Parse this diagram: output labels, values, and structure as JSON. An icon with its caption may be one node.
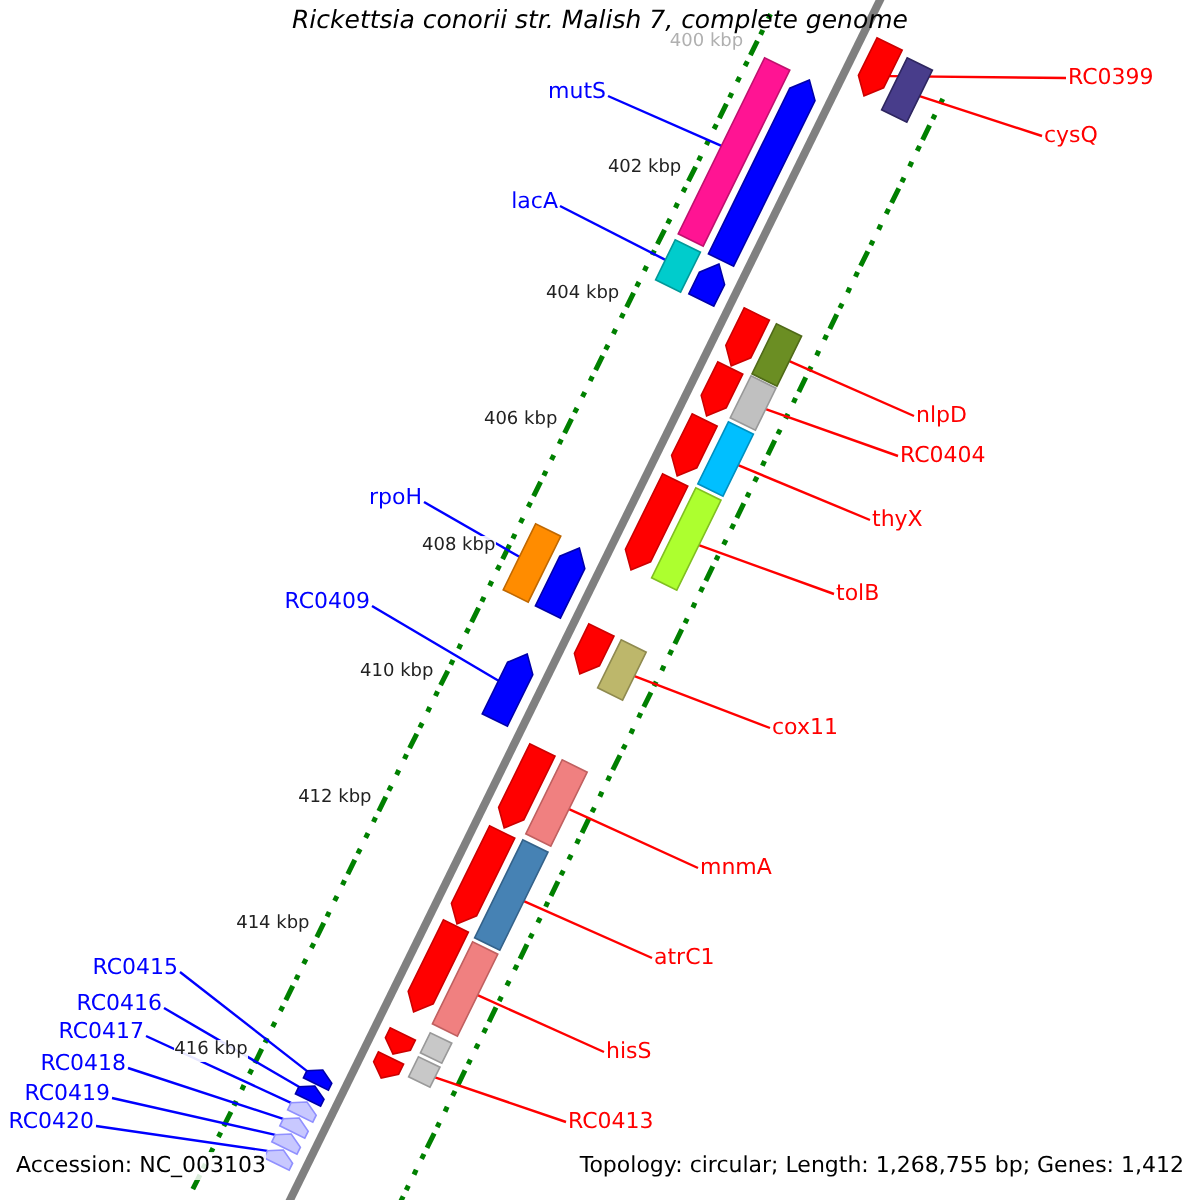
{
  "diagram": {
    "title": "Rickettsia conorii str. Malish 7, complete genome",
    "nodes": [
      {
        "text": [
          "RC0399"
        ]
      },
      {
        "text": [],
        "shape": "arrow"
      },
      {
        "text": [
          "cysQ"
        ]
      },
      {
        "text": [],
        "shape": "bar"
      },
      {
        "text": [
          "mutS"
        ]
      },
      {
        "text": [],
        "shape": "bar"
      },
      {
        "text": [
          "lacA"
        ]
      },
      {
        "text": [],
        "shape": "bar"
      },
      {
        "text": [
          "nlpD"
        ]
      },
      {
        "text": [],
        "shape": "bar"
      },
      {
        "text": [
          "RC0404"
        ]
      },
      {
        "text": [],
        "shape": "bar"
      },
      {
        "text": [
          "thyX"
        ]
      },
      {
        "text": [],
        "shape": "bar"
      },
      {
        "text": [
          "tolB"
        ]
      },
      {
        "text": [],
        "shape": "bar"
      },
      {
        "text": [
          "rpoH"
        ]
      },
      {
        "text": [],
        "shape": "bar"
      },
      {
        "text": [
          "RC0409"
        ]
      },
      {
        "text": [],
        "shape": "arrow"
      },
      {
        "text": [
          "cox11"
        ]
      },
      {
        "text": [],
        "shape": "bar"
      },
      {
        "text": [
          "mnmA"
        ]
      },
      {
        "text": [],
        "shape": "bar"
      },
      {
        "text": [
          "atrC1"
        ]
      },
      {
        "text": [],
        "shape": "bar"
      },
      {
        "text": [
          "hisS"
        ]
      },
      {
        "text": [],
        "shape": "bar"
      },
      {
        "text": [
          "RC0413"
        ]
      },
      {
        "text": [],
        "shape": "bar"
      },
      {
        "text": [
          "RC0415"
        ]
      },
      {
        "text": [],
        "shape": "arrow"
      },
      {
        "text": [
          "RC0416"
        ]
      },
      {
        "text": [],
        "shape": "arrow"
      },
      {
        "text": [
          "RC0417"
        ]
      },
      {
        "text": [],
        "shape": "arrow"
      },
      {
        "text": [
          "RC0418"
        ]
      },
      {
        "text": [],
        "shape": "arrow"
      },
      {
        "text": [
          "RC0419"
        ]
      },
      {
        "text": [],
        "shape": "arrow"
      },
      {
        "text": [
          "RC0420"
        ]
      },
      {
        "text": [],
        "shape": "arrow"
      },
      {
        "text": [],
        "shape": "arrow"
      },
      {
        "text": [],
        "shape": "arrow"
      },
      {
        "text": [],
        "shape": "arrow"
      },
      {
        "text": [],
        "shape": "arrow"
      },
      {
        "text": [],
        "shape": "arrow"
      },
      {
        "text": [],
        "shape": "arrow"
      },
      {
        "text": [],
        "shape": "arrow"
      },
      {
        "text": [],
        "shape": "arrow"
      },
      {
        "text": [],
        "shape": "arrow"
      },
      {
        "text": [],
        "shape": "arrow"
      },
      {
        "text": [],
        "shape": "bar"
      },
      {
        "text": [],
        "shape": "arrow"
      },
      {
        "text": [],
        "shape": "arrow"
      },
      {
        "text": [],
        "shape": "arrow"
      }
    ],
    "edges": [
      {
        "from": 0,
        "to": 1,
        "arrow": "none"
      },
      {
        "from": 2,
        "to": 3,
        "arrow": "none"
      },
      {
        "from": 4,
        "to": 5,
        "arrow": "none",
        "color": "#0000ff"
      },
      {
        "from": 6,
        "to": 7,
        "arrow": "none",
        "color": "#0000ff"
      },
      {
        "from": 8,
        "to": 9,
        "arrow": "none"
      },
      {
        "from": 10,
        "to": 11,
        "arrow": "none"
      },
      {
        "from": 12,
        "to": 13,
        "arrow": "none"
      },
      {
        "from": 14,
        "to": 15,
        "arrow": "none"
      },
      {
        "from": 16,
        "to": 17,
        "arrow": "none",
        "color": "#0000ff"
      },
      {
        "from": 18,
        "to": 19,
        "arrow": "none",
        "color": "#0000ff"
      },
      {
        "from": 20,
        "to": 21,
        "arrow": "none"
      },
      {
        "from": 22,
        "to": 23,
        "arrow": "none"
      },
      {
        "from": 24,
        "to": 25,
        "arrow": "none"
      },
      {
        "from": 26,
        "to": 27,
        "arrow": "none"
      },
      {
        "from": 28,
        "to": 29,
        "arrow": "none"
      },
      {
        "from": 30,
        "to": 31,
        "arrow": "none",
        "color": "#0000ff"
      },
      {
        "from": 32,
        "to": 33,
        "arrow": "none",
        "color": "#0000ff"
      },
      {
        "from": 34,
        "to": 35,
        "arrow": "none",
        "color": "#0000ff"
      },
      {
        "from": 36,
        "to": 37,
        "arrow": "none",
        "color": "#0000ff"
      },
      {
        "from": 38,
        "to": 39,
        "arrow": "none",
        "color": "#0000ff"
      },
      {
        "from": 40,
        "to": 41,
        "arrow": "none",
        "color": "#0000ff"
      }
    ],
    "labels": [
      "400 kbp",
      "402 kbp",
      "404 kbp",
      "406 kbp",
      "408 kbp",
      "410 kbp",
      "412 kbp",
      "414 kbp",
      "416 kbp",
      "Accession: NC_003103",
      "Topology: circular; Length: 1,268,755 bp; Genes: 1,412"
    ]
  }
}
